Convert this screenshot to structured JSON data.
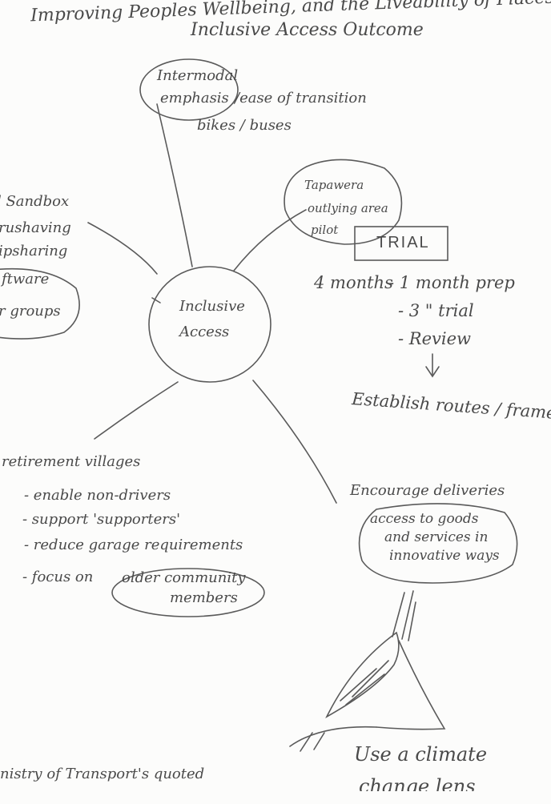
{
  "header": {
    "title_line1": "Improving Peoples Wellbeing, and the Liveability of Places",
    "title_line2": "Inclusive Access Outcome"
  },
  "center": {
    "line1": "Inclusive",
    "line2": "Access"
  },
  "intermodal": {
    "line1": "Intermodal",
    "line2": "emphasis",
    "line2b": "/ease of transition",
    "line3": "bikes / buses"
  },
  "tapawera": {
    "line1": "Tapawera",
    "line2": "outlying area",
    "line3": "pilot",
    "trial_label": "TRIAL",
    "timeline": {
      "lead": "4 months",
      "steps": [
        "- 1 month prep",
        "- 3   \"   trial",
        "- Review"
      ],
      "arrow": "↓",
      "outcome": "Establish routes / framework"
    }
  },
  "sandbox": {
    "lines": [
      "l Sandbox",
      "rushaving",
      "ipsharing",
      "ftware",
      "r groups"
    ]
  },
  "retirement": {
    "heading": "retirement villages",
    "items": [
      "- enable non-drivers",
      "- support 'supporters'",
      "- reduce garage requirements",
      "- focus on"
    ],
    "circled_line1": "older community",
    "circled_line2": "members"
  },
  "deliveries": {
    "heading": "Encourage deliveries",
    "circled_line1": "access to goods",
    "circled_line2": "and services in",
    "circled_line3": "innovative ways"
  },
  "climate": {
    "line1": "Use a climate",
    "line2": "change lens"
  },
  "footer": {
    "text": "nistry of Transport's quoted"
  }
}
